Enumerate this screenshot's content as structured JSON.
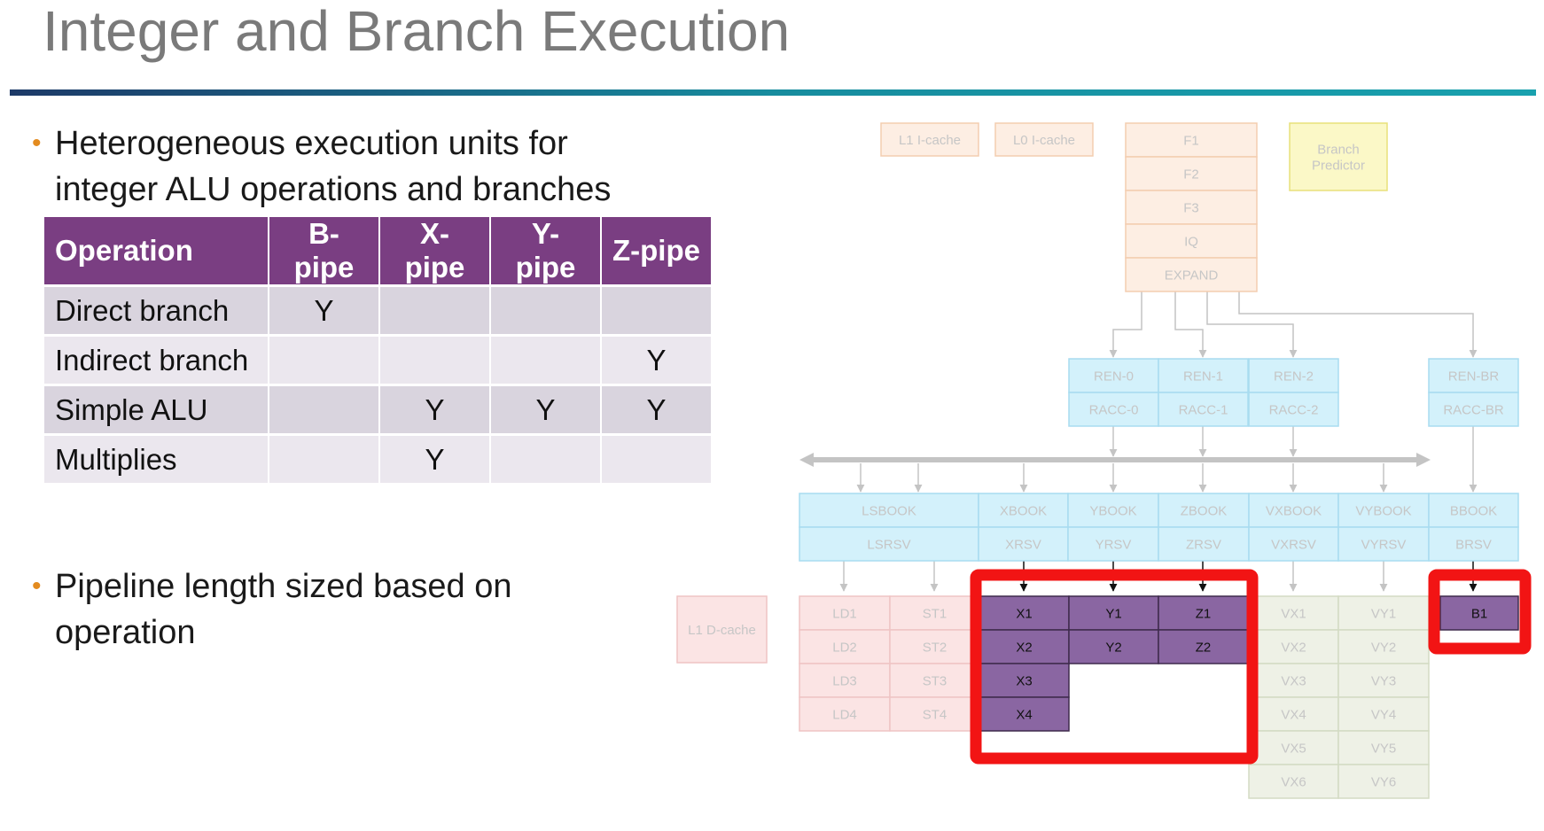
{
  "title": "Integer and Branch Execution",
  "bullets": [
    "Heterogeneous execution units for integer ALU operations and branches",
    "Pipeline length sized based on operation"
  ],
  "table": {
    "headers": [
      "Operation",
      "B-pipe",
      "X-pipe",
      "Y-pipe",
      "Z-pipe"
    ],
    "rows": [
      [
        "Direct branch",
        "Y",
        "",
        "",
        ""
      ],
      [
        "Indirect branch",
        "",
        "",
        "",
        "Y"
      ],
      [
        "Simple ALU",
        "",
        "Y",
        "Y",
        "Y"
      ],
      [
        "Multiplies",
        "",
        "Y",
        "",
        ""
      ]
    ]
  },
  "diagram": {
    "front": {
      "l1_icache": "L1 I-cache",
      "l0_icache": "L0 I-cache",
      "fetch_stages": [
        "F1",
        "F2",
        "F3",
        "IQ",
        "EXPAND"
      ],
      "branch_predictor": "Branch Predictor"
    },
    "rename": [
      [
        "REN-0",
        "RACC-0"
      ],
      [
        "REN-1",
        "RACC-1"
      ],
      [
        "REN-2",
        "RACC-2"
      ],
      [
        "REN-BR",
        "RACC-BR"
      ]
    ],
    "booking": [
      [
        "LSBOOK",
        "LSRSV"
      ],
      [
        "XBOOK",
        "XRSV"
      ],
      [
        "YBOOK",
        "YRSV"
      ],
      [
        "ZBOOK",
        "ZRSV"
      ],
      [
        "VXBOOK",
        "VXRSV"
      ],
      [
        "VYBOOK",
        "VYRSV"
      ],
      [
        "BBOOK",
        "BRSV"
      ]
    ],
    "l1_dcache": "L1 D-cache",
    "pipes": {
      "LD": [
        "LD1",
        "LD2",
        "LD3",
        "LD4"
      ],
      "ST": [
        "ST1",
        "ST2",
        "ST3",
        "ST4"
      ],
      "X": [
        "X1",
        "X2",
        "X3",
        "X4"
      ],
      "Y": [
        "Y1",
        "Y2"
      ],
      "Z": [
        "Z1",
        "Z2"
      ],
      "VX": [
        "VX1",
        "VX2",
        "VX3",
        "VX4",
        "VX5",
        "VX6"
      ],
      "VY": [
        "VY1",
        "VY2",
        "VY3",
        "VY4",
        "VY5",
        "VY6"
      ],
      "B": [
        "B1"
      ]
    },
    "colors": {
      "faded_peach_fill": "#fdeee3",
      "faded_peach_stroke": "#f3cdb0",
      "faded_yellow_fill": "#fbf8c7",
      "faded_yellow_stroke": "#e8e17a",
      "faded_blue_fill": "#d3f1fb",
      "faded_blue_stroke": "#a8dcf0",
      "faded_pink_fill": "#fbe4e4",
      "faded_pink_stroke": "#efc4c4",
      "faded_green_fill": "#eef1e6",
      "faded_green_stroke": "#d3dbc3",
      "active_purple": "#8a66a2",
      "highlight_red": "#f21414",
      "table_header": "#7a3e82",
      "bullet_orange": "#e38b1f"
    }
  }
}
